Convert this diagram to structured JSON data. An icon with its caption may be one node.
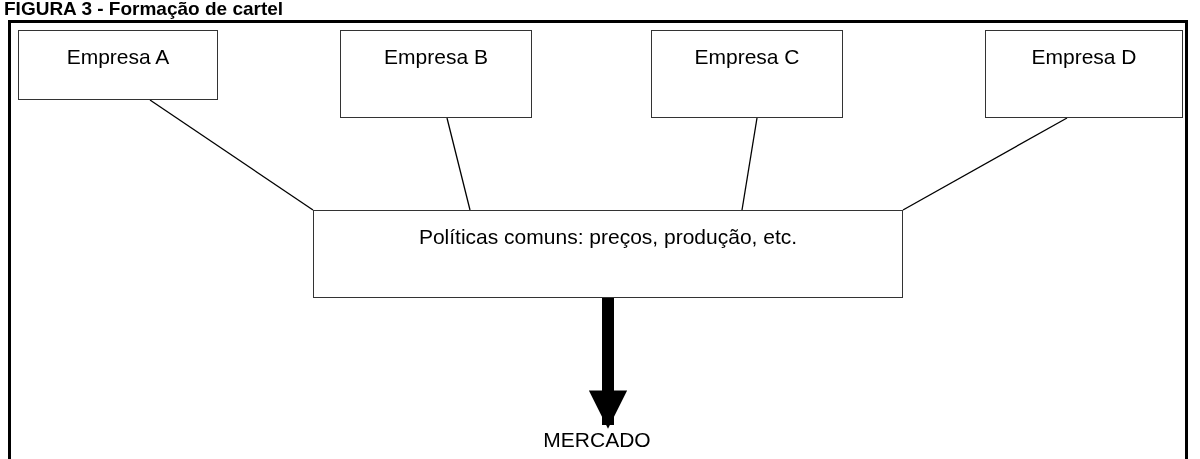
{
  "diagram": {
    "title": "FIGURA 3 - Formação de cartel",
    "nodes": [
      {
        "text": [
          "Empresa A"
        ]
      },
      {
        "text": [
          "Empresa B"
        ]
      },
      {
        "text": [
          "Empresa C"
        ]
      },
      {
        "text": [
          "Empresa D"
        ]
      },
      {
        "text": [
          "Políticas comuns: preços, produção, etc."
        ]
      },
      {
        "text": [
          "MERCADO"
        ]
      }
    ],
    "edges": [
      {
        "from": 0,
        "to": 4,
        "arrow": "none"
      },
      {
        "from": 1,
        "to": 4,
        "arrow": "none"
      },
      {
        "from": 2,
        "to": 4,
        "arrow": "none"
      },
      {
        "from": 3,
        "to": 4,
        "arrow": "none"
      },
      {
        "from": 4,
        "to": 5,
        "arrow": "to",
        "style": "thick"
      }
    ]
  }
}
